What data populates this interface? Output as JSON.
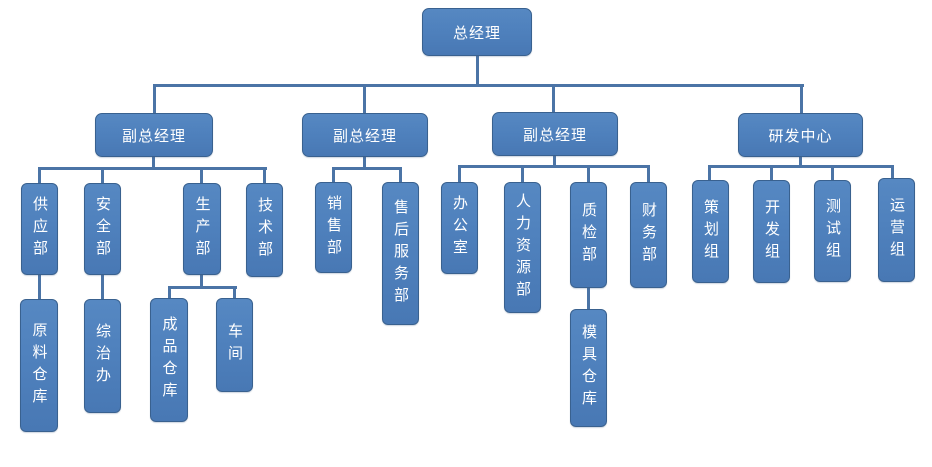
{
  "diagram": {
    "type": "org-chart",
    "colors": {
      "node_fill": "#4f81bd",
      "node_border": "#39618f",
      "connector": "#4b74a6",
      "text": "#ffffff"
    },
    "nodes": {
      "general_manager": {
        "label": "总经理"
      },
      "vp_1": {
        "label": "副总经理"
      },
      "vp_2": {
        "label": "副总经理"
      },
      "vp_3": {
        "label": "副总经理"
      },
      "rd_center": {
        "label": "研发中心"
      },
      "supply_dept": {
        "label": "供应部"
      },
      "safety_dept": {
        "label": "安全部"
      },
      "production_dept": {
        "label": "生产部"
      },
      "tech_dept": {
        "label": "技术部"
      },
      "raw_material_warehouse": {
        "label": "原料仓库"
      },
      "comprehensive_office": {
        "label": "综治办"
      },
      "finished_goods_warehouse": {
        "label": "成品仓库"
      },
      "workshop": {
        "label": "车间"
      },
      "sales_dept": {
        "label": "销售部"
      },
      "after_sales_dept": {
        "label": "售后服务部"
      },
      "admin_office": {
        "label": "办公室"
      },
      "hr_dept": {
        "label": "人力资源部"
      },
      "qc_dept": {
        "label": "质检部"
      },
      "finance_dept": {
        "label": "财务部"
      },
      "mold_warehouse": {
        "label": "模具仓库"
      },
      "planning_group": {
        "label": "策划组"
      },
      "dev_group": {
        "label": "开发组"
      },
      "test_group": {
        "label": "测试组"
      },
      "operations_group": {
        "label": "运营组"
      }
    },
    "structure": {
      "general_manager": [
        "vp_1",
        "vp_2",
        "vp_3",
        "rd_center"
      ],
      "vp_1": [
        "supply_dept",
        "safety_dept",
        "production_dept",
        "tech_dept"
      ],
      "supply_dept": [
        "raw_material_warehouse"
      ],
      "safety_dept": [
        "comprehensive_office"
      ],
      "production_dept": [
        "finished_goods_warehouse",
        "workshop"
      ],
      "vp_2": [
        "sales_dept",
        "after_sales_dept"
      ],
      "vp_3": [
        "admin_office",
        "hr_dept",
        "qc_dept",
        "finance_dept"
      ],
      "qc_dept": [
        "mold_warehouse"
      ],
      "rd_center": [
        "planning_group",
        "dev_group",
        "test_group",
        "operations_group"
      ]
    }
  }
}
